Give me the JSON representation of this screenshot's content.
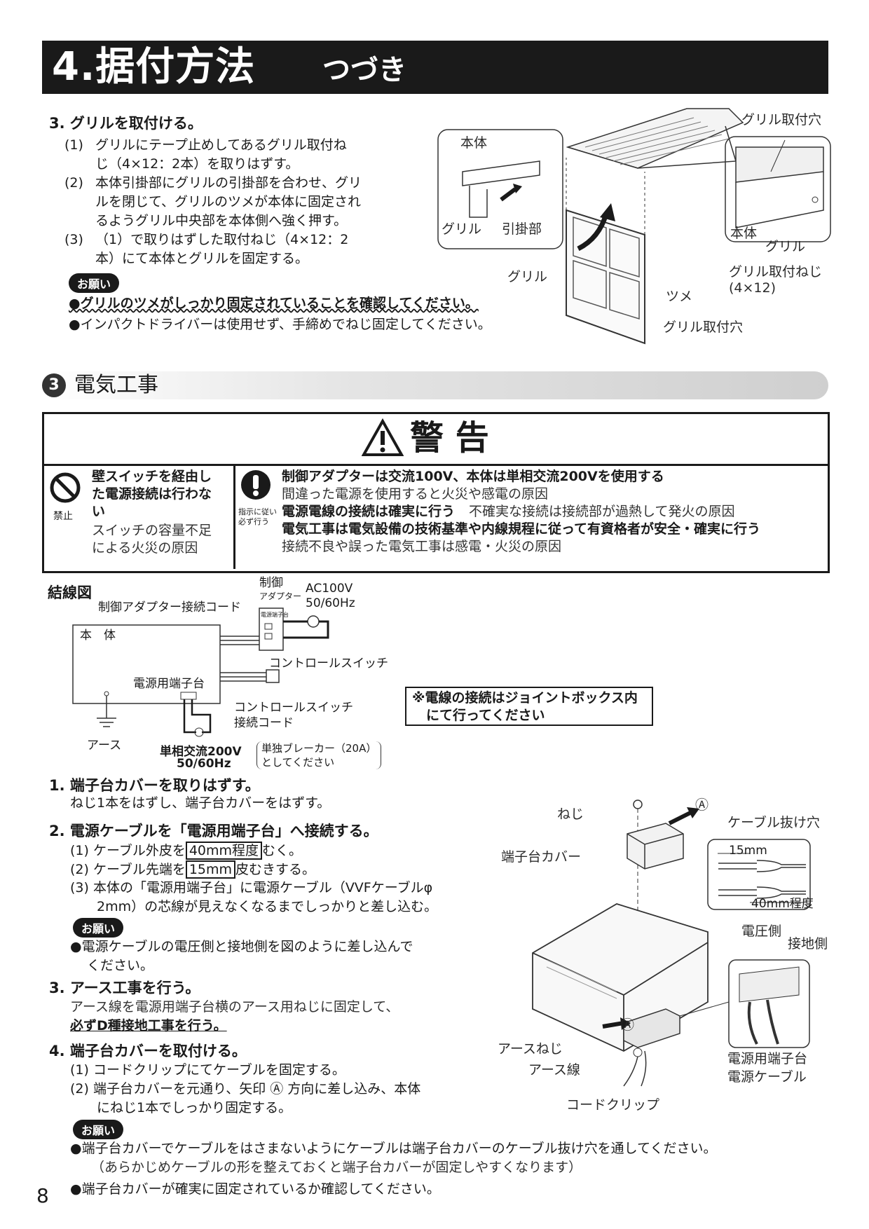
{
  "header": {
    "title": "4.据付方法",
    "subtitle": "つづき"
  },
  "grille_section": {
    "heading": "3. グリルを取付ける。",
    "items": [
      {
        "num": "(1)",
        "lines": [
          "グリルにテープ止めしてあるグリル取付ね",
          "じ（4×12：2本）を取りはずす。"
        ]
      },
      {
        "num": "(2)",
        "lines": [
          "本体引掛部にグリルの引掛部を合わせ、グリ",
          "ルを閉じて、グリルのツメが本体に固定され",
          "るようグリル中央部を本体側へ強く押す。"
        ]
      },
      {
        "num": "(3)",
        "lines": [
          "（1）で取りはずした取付ねじ（4×12：2",
          "本）にて本体とグリルを固定する。"
        ]
      }
    ],
    "request_label": "お願い",
    "requests": [
      "●グリルのツメがしっかり固定されていることを確認してください。",
      "●インパクトドライバーは使用せず、手締めでねじ固定してください。"
    ],
    "figure_labels": {
      "body": "本体",
      "grille": "グリル",
      "hook": "引掛部",
      "grille_main": "グリル",
      "claw": "ツメ",
      "mount_hole_top": "グリル取付穴",
      "mount_hole_bottom": "グリル取付穴",
      "inset_body": "本体",
      "inset_grille": "グリル",
      "screw": "グリル取付ねじ",
      "screw_size": "(4×12)"
    }
  },
  "electrical": {
    "section_number": "3",
    "section_title": "電気工事",
    "warning_title": "警 告",
    "prohibit": {
      "icon_label": "禁止",
      "bold_lines": [
        "壁スイッチを経由し",
        "た電源接続は行わな",
        "い"
      ],
      "lines": [
        "スイッチの容量不足",
        "による火災の原因"
      ]
    },
    "instruct": {
      "icon_label_1": "指示に従い",
      "icon_label_2": "必ず行う",
      "row1_bold": "制御アダプターは交流100V、本体は単相交流200Vを使用する",
      "row1_text": "間違った電源を使用すると火災や感電の原因",
      "row2_bold": "電源電線の接続は確実に行う",
      "row2_text": "不確実な接続は接続部が過熱して発火の原因",
      "row3_bold": "電気工事は電気設備の技術基準や内線規程に従って有資格者が安全・確実に行う",
      "row3_text": "接続不良や誤った電気工事は感電・火災の原因"
    }
  },
  "wiring": {
    "title": "結線図",
    "adapter_cord": "制御アダプター接続コード",
    "adapter_1": "制御",
    "adapter_2": "アダプター",
    "adapter_terminal": "電源端子台",
    "ac": "AC100V",
    "ac_hz": "50/60Hz",
    "body": "本　体",
    "control_switch": "コントロールスイッチ",
    "power_terminal": "電源用端子台",
    "cs_cord_1": "コントロールスイッチ",
    "cs_cord_2": "接続コード",
    "earth": "アース",
    "supply_1": "単相交流200V",
    "supply_2": "50/60Hz",
    "breaker_1": "単独ブレーカー（20A）",
    "breaker_2": "としてください",
    "note_1": "※電線の接続はジョイントボックス内",
    "note_2": "にて行ってください"
  },
  "steps": {
    "s1_head": "1. 端子台カバーを取りはずす。",
    "s1_text": "ねじ1本をはずし、端子台カバーをはずす。",
    "s2_head": "2. 電源ケーブルを「電源用端子台」へ接続する。",
    "s2_1a": "(1) ケーブル外皮を",
    "s2_1b": "40mm程度",
    "s2_1c": "むく。",
    "s2_2a": "(2) ケーブル先端を",
    "s2_2b": "15mm",
    "s2_2c": "皮むきする。",
    "s2_3a": "(3) 本体の「電源用端子台」に電源ケーブル（VVFケーブルφ",
    "s2_3b": "2mm）の芯線が見えなくなるまでしっかりと差し込む。",
    "s2_req": "お願い",
    "s2_req_1": "●電源ケーブルの電圧側と接地側を図のように差し込んで",
    "s2_req_2": "ください。",
    "s3_head": "3. アース工事を行う。",
    "s3_1": "アース線を電源用端子台横のアース用ねじに固定して、",
    "s3_2": "必ずD種接地工事を行う。",
    "s4_head": "4. 端子台カバーを取付ける。",
    "s4_1": "(1) コードクリップにてケーブルを固定する。",
    "s4_2a": "(2) 端子台カバーを元通り、矢印 Ⓐ 方向に差し込み、本体",
    "s4_2b": "にねじ1本でしっかり固定する。",
    "final_req": "お願い",
    "final_1": "●端子台カバーでケーブルをはさまないようにケーブルは端子台カバーのケーブル抜け穴を通してください。",
    "final_2": "（あらかじめケーブルの形を整えておくと端子台カバーが固定しやすくなります）",
    "final_3": "●端子台カバーが確実に固定されているか確認してください。"
  },
  "figure2": {
    "screw": "ねじ",
    "arrow_a": "Ⓐ",
    "cable_hole": "ケーブル抜け穴",
    "cover": "端子台カバー",
    "len15": "15mm",
    "len40": "40mm程度",
    "voltage_side": "電圧側",
    "ground_side": "接地側",
    "earth_screw": "アースねじ",
    "earth_wire": "アース線",
    "power_terminal": "電源用端子台",
    "power_cable": "電源ケーブル",
    "cord_clip": "コードクリップ"
  },
  "page_number": "8"
}
